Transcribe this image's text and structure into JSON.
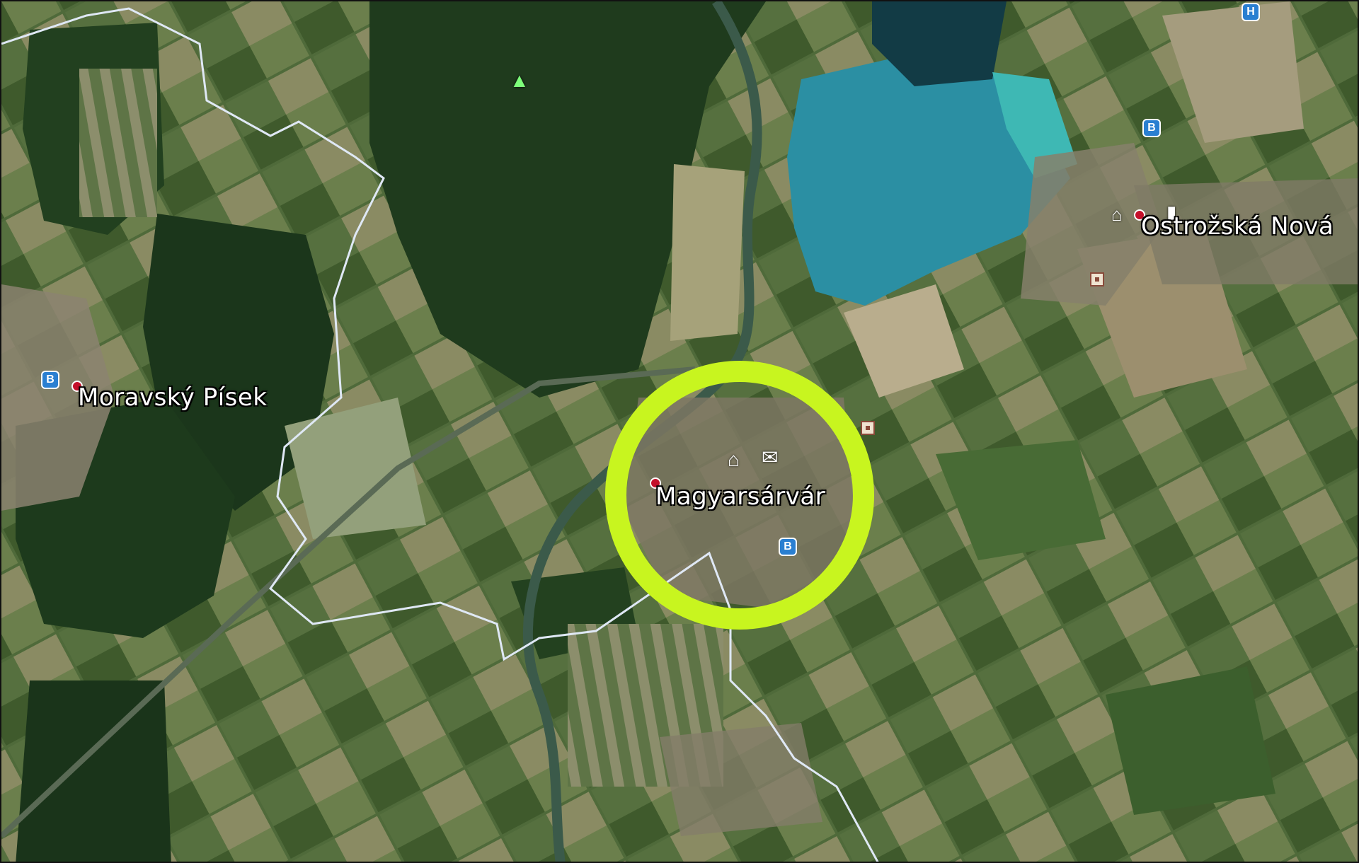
{
  "map": {
    "view": "satellite",
    "places": {
      "moravsky_pisek": "Moravský Písek",
      "magyarsarvar": "Magyarsárvár",
      "ostrozska_nova": "Ostrožská Nová"
    },
    "highlight_color": "#c8f51f",
    "pin_color": "#c4102a",
    "boundary_color": "#dfe8f5",
    "icons": [
      "bus-stop-icon",
      "museum-icon",
      "post-office-icon",
      "church-icon",
      "tree-icon",
      "landmark-icon",
      "hotel-icon"
    ]
  }
}
